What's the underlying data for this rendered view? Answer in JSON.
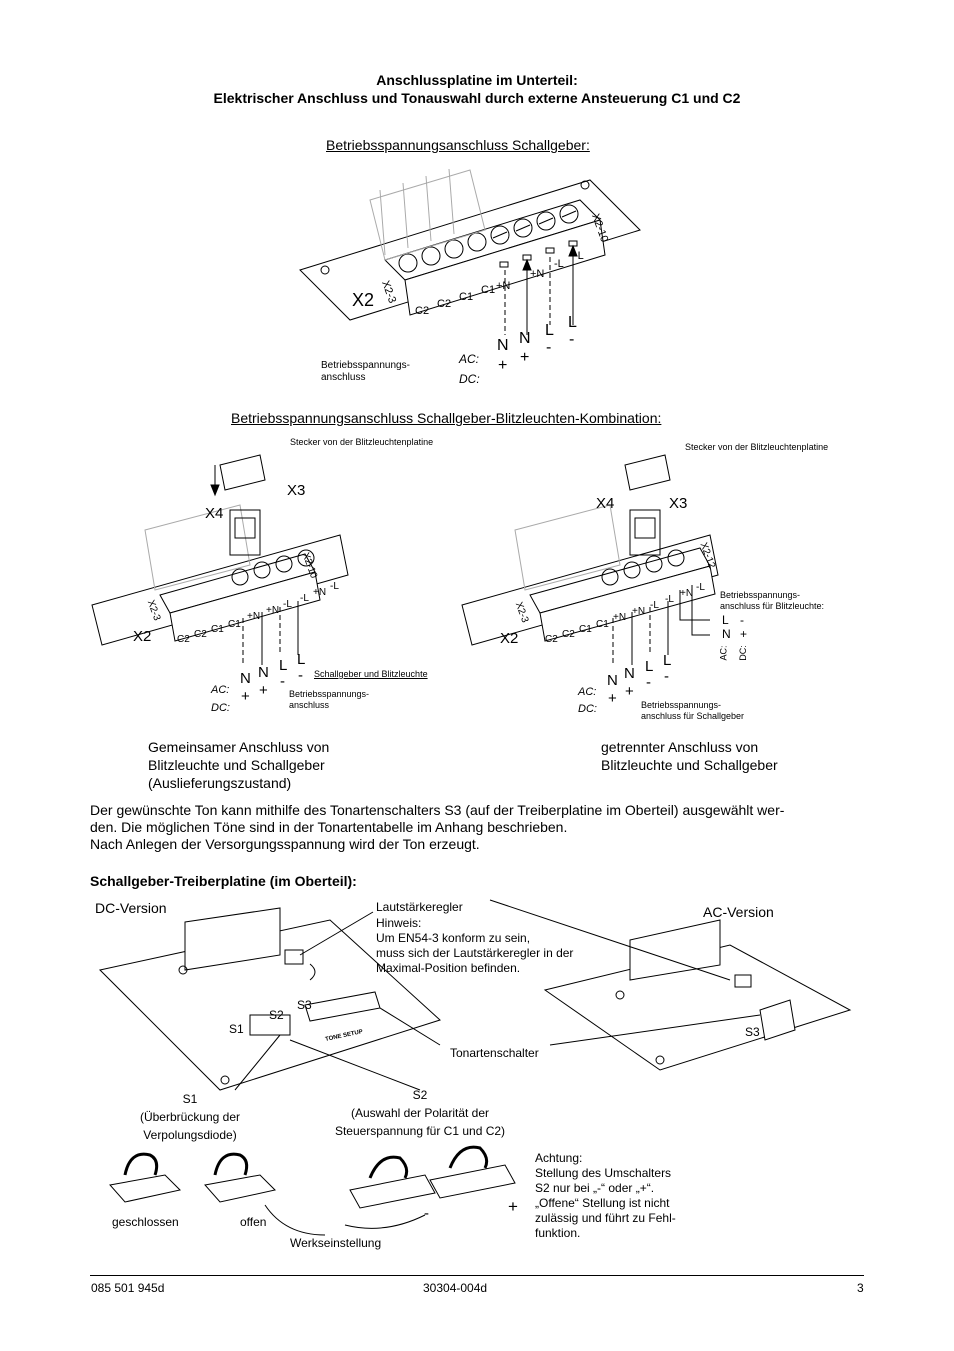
{
  "header": {
    "title_line1": "Anschlussplatine im Unterteil:",
    "title_line2": "Elektrischer Anschluss und Tonauswahl durch externe Ansteuerung C1 und C2"
  },
  "section1": {
    "heading": "Betriebsspannungsanschluss Schallgeber:",
    "connector_label": "X2",
    "connector_range_top": "X2-10",
    "connector_range_left": "X2-3",
    "terminals": [
      "C2",
      "C2",
      "C1",
      "C1",
      "+N",
      "+N",
      "-L",
      "-L"
    ],
    "supply_label_line1": "Betriebsspannungs-",
    "supply_label_line2": "anschluss",
    "ac_label": "AC:",
    "dc_label": "DC:",
    "ac_values": [
      "N",
      "N",
      "L",
      "L"
    ],
    "dc_values": [
      "+",
      "+",
      "-",
      "-"
    ]
  },
  "section2": {
    "heading": "Betriebsspannungsanschluss Schallgeber-Blitzleuchten-Kombination:",
    "left": {
      "plug_label": "Stecker von der Blitzleuchtenplatine",
      "x4": "X4",
      "x3": "X3",
      "x2": "X2",
      "range_top": "X2-10",
      "range_left": "X2-3",
      "terminals": [
        "C2",
        "C2",
        "C1",
        "C1",
        "+N",
        "+N",
        "-L",
        "-L"
      ],
      "extra_terminals": [
        "+N",
        "-L"
      ],
      "combined_label": "Schallgeber und Blitzleuchte",
      "supply_label_line1": "Betriebsspannungs-",
      "supply_label_line2": "anschluss",
      "ac_label": "AC:",
      "dc_label": "DC:",
      "ac_values": [
        "N",
        "N",
        "L",
        "L"
      ],
      "dc_values": [
        "+",
        "+",
        "-",
        "-"
      ],
      "caption_line1": "Gemeinsamer Anschluss von",
      "caption_line2": "Blitzleuchte und Schallgeber",
      "caption_line3": "(Auslieferungszustand)"
    },
    "right": {
      "plug_label": "Stecker von der Blitzleuchtenplatine",
      "x4": "X4",
      "x3": "X3",
      "x2": "X2",
      "range_top": "X2-12",
      "range_left": "X2-3",
      "terminals": [
        "C2",
        "C2",
        "C1",
        "C1",
        "+N",
        "+N",
        "-L",
        "-L",
        "+N",
        "-L"
      ],
      "flash_label_line1": "Betriebsspannungs-",
      "flash_label_line2": "anschluss für Blitzleuchte:",
      "flash_ac": [
        "L",
        "N"
      ],
      "flash_dc": [
        "-",
        "+"
      ],
      "flash_ac_label": "AC:",
      "flash_dc_label": "DC:",
      "supply_label_line1": "Betriebsspannungs-",
      "supply_label_line2": "anschluss für Schallgeber",
      "ac_label": "AC:",
      "dc_label": "DC:",
      "ac_values": [
        "N",
        "N",
        "L",
        "L"
      ],
      "dc_values": [
        "+",
        "+",
        "-",
        "-"
      ],
      "caption_line1": "getrennter Anschluss von",
      "caption_line2": "Blitzleuchte und Schallgeber"
    }
  },
  "paragraph": {
    "line1": "Der gewünschte Ton kann mithilfe des Tonartenschalters S3 (auf der Treiberplatine im Oberteil) ausgewählt wer-",
    "line2": "den. Die möglichen Töne sind in der Tonartentabelle im Anhang beschrieben.",
    "line3": "Nach Anlegen der Versorgungsspannung wird der Ton erzeugt."
  },
  "section3": {
    "heading": "Schallgeber-Treiberplatine (im Oberteil):",
    "dc_version": "DC-Version",
    "ac_version": "AC-Version",
    "volume_label": "Lautstärkeregler",
    "hint_line1": "Hinweis:",
    "hint_line2": "Um EN54-3 konform zu sein,",
    "hint_line3": "muss sich der Lautstärkeregler in der",
    "hint_line4": "Maximal-Position befinden.",
    "s1": "S1",
    "s2": "S2",
    "s3": "S3",
    "tone_setup": "TONE SETUP",
    "tone_switch_label": "Tonartenschalter",
    "s1_desc_title": "S1",
    "s1_desc_line1": "(Überbrückung der",
    "s1_desc_line2": "Verpolungsdiode)",
    "s2_desc_title": "S2",
    "s2_desc_line1": "(Auswahl der Polarität der",
    "s2_desc_line2": "Steuerspannung für C1 und C2)",
    "closed": "geschlossen",
    "open": "offen",
    "factory": "Werkseinstellung",
    "minus": "-",
    "plus": "+",
    "warning_line1": "Achtung:",
    "warning_line2": "Stellung des Umschalters",
    "warning_line3": "S2 nur bei „-“ oder „+“.",
    "warning_line4": "„Offene“ Stellung ist nicht",
    "warning_line5": "zulässig und führt zu Fehl-",
    "warning_line6": "funktion."
  },
  "footer": {
    "left": "085 501 945d",
    "center": "30304-004d",
    "page": "3"
  }
}
